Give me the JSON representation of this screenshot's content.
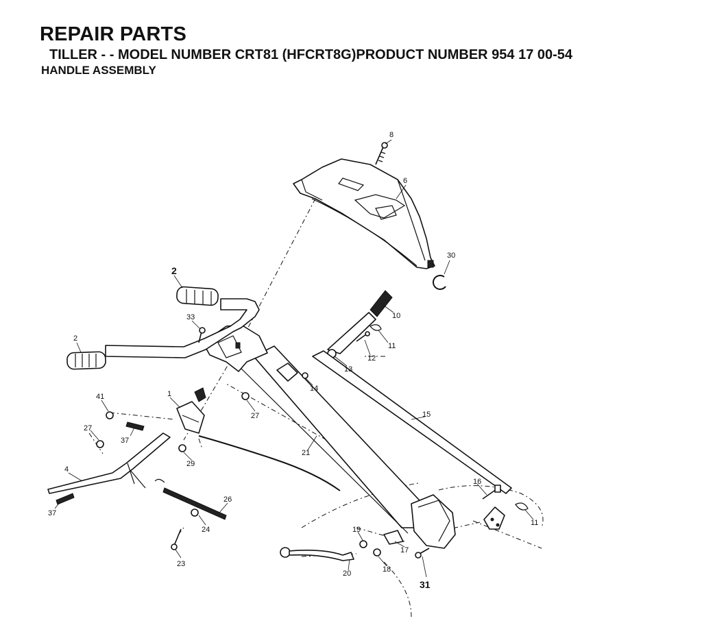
{
  "header": {
    "title": "REPAIR PARTS",
    "subtitle": "TILLER - - MODEL NUMBER CRT81 (HFCRT8G)PRODUCT NUMBER 954 17 00-54",
    "section": "HANDLE ASSEMBLY"
  },
  "labels": {
    "p1": "1",
    "p2a": "2",
    "p2b": "2",
    "p4": "4",
    "p6": "6",
    "p8": "8",
    "p10": "10",
    "p11a": "11",
    "p11b": "11",
    "p12": "12",
    "p13": "13",
    "p14": "14",
    "p15": "15",
    "p16": "16",
    "p17": "17",
    "p18": "18",
    "p19": "19",
    "p20": "20",
    "p21": "21",
    "p23": "23",
    "p24": "24",
    "p26": "26",
    "p27a": "27",
    "p27b": "27",
    "p29": "29",
    "p30": "30",
    "p31": "31",
    "p33": "33",
    "p37a": "37",
    "p37b": "37",
    "p41": "41"
  }
}
